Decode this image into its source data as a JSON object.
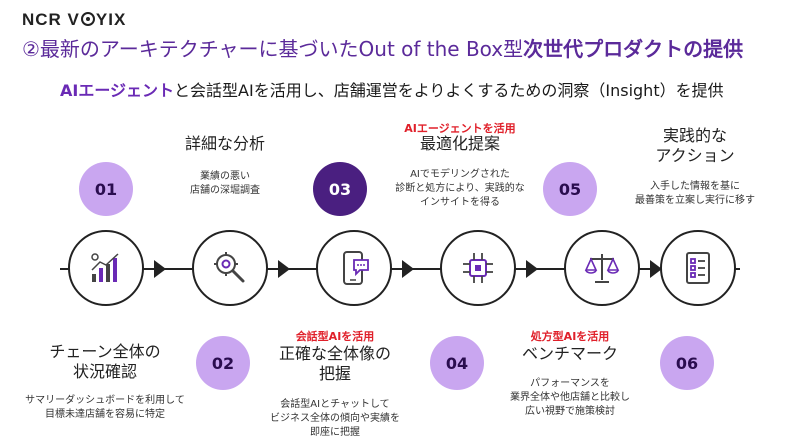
{
  "brand": {
    "logo_text_1": "NCR V",
    "logo_text_2": "YIX"
  },
  "header": {
    "title_plain": "②最新のアーキテクチャーに基づいたOut of the Box型",
    "title_bold": "次世代プロダクトの提供",
    "subtitle_highlight": "AIエージェント",
    "subtitle_rest": "と会話型AIを活用し、店舗運営をよりよくするための洞察（Insight）を提供"
  },
  "steps": [
    {
      "num": "01",
      "title_lines": [
        "チェーン全体の",
        "状況確認"
      ],
      "desc_lines": [
        "サマリーダッシュボードを利用して",
        "目標未達店舗を容易に特定"
      ],
      "tag": "",
      "icon": "analytics-chart-icon"
    },
    {
      "num": "02",
      "title_lines": [
        "詳細な分析"
      ],
      "desc_lines": [
        "業績の悪い",
        "店舗の深堀調査"
      ],
      "tag": "",
      "icon": "gear-magnifier-icon"
    },
    {
      "num": "03",
      "title_lines": [
        "正確な全体像の",
        "把握"
      ],
      "desc_lines": [
        "会話型AIとチャットして",
        "ビジネス全体の傾向や実績を",
        "即座に把握"
      ],
      "tag": "会話型AIを活用",
      "icon": "phone-chat-icon"
    },
    {
      "num": "04",
      "title_lines": [
        "最適化提案"
      ],
      "desc_lines": [
        "AIでモデリングされた",
        "診断と処方により、実践的な",
        "インサイトを得る"
      ],
      "tag": "AIエージェントを活用",
      "icon": "ai-chip-icon"
    },
    {
      "num": "05",
      "title_lines": [
        "ベンチマーク"
      ],
      "desc_lines": [
        "パフォーマンスを",
        "業界全体や他店舗と比較し",
        "広い視野で施策検討"
      ],
      "tag": "処方型AIを活用",
      "icon": "scale-icon"
    },
    {
      "num": "06",
      "title_lines": [
        "実践的な",
        "アクション"
      ],
      "desc_lines": [
        "入手した情報を基に",
        "最善策を立案し実行に移す"
      ],
      "tag": "",
      "icon": "checklist-icon"
    }
  ]
}
